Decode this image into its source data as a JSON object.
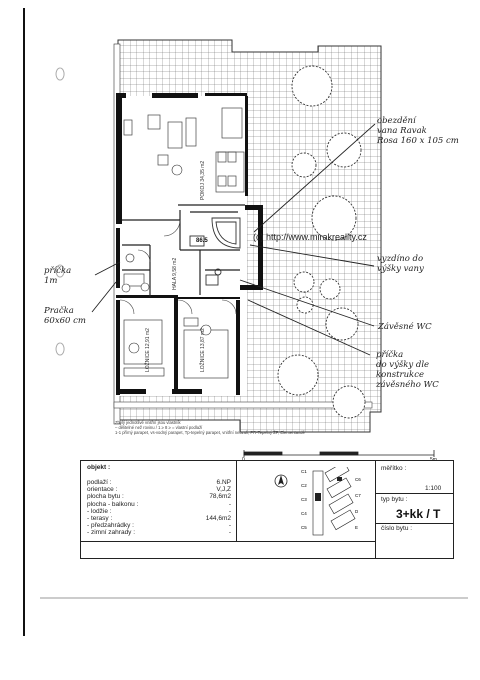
{
  "watermark": "(c) http://www.mirakreality.cz",
  "annotations": {
    "bath": [
      "obezdění",
      "vana Ravak",
      "Rosa 160 x 105 cm"
    ],
    "tile": [
      "vyzdíno do",
      "výšky vany"
    ],
    "partition": [
      "příčka",
      "1m"
    ],
    "washer": [
      "Pračka",
      "60x60 cm"
    ],
    "wc": "Závěsné WC",
    "partition2": [
      "příčka",
      "do výšky dle",
      "konstrukce",
      "závěsného WC"
    ]
  },
  "dimension": "86.5",
  "room_labels": {
    "living": "POKOJ 34,35 m2",
    "hall": "HALA 9,58 m2",
    "bed1": "LOŽNICE 12,91 m2",
    "bed2": "LOŽNICE 13,87 m2"
  },
  "plan_footnote": [
    "Zbylý jednotlivé vnitřní jsou vlastník",
    "– dělitelné než rovinu / 1 ≥ 8 ≥ = vlastní podlaží",
    "1-1 přímý parapet, vs-vodný parapet, Tp-tepelný parapet, vnitřní nebzuli, PR-Tepelný ŽP, Elementavdě"
  ],
  "scale_bar": {
    "zero": "0",
    "five": "5m"
  },
  "title_block": {
    "heading": "objekt :",
    "rows": [
      {
        "label": "podlaží :",
        "value": "6.NP"
      },
      {
        "label": "orientace :",
        "value": "V,J,Z"
      },
      {
        "label": "plocha bytu :",
        "value": "78,6m2"
      },
      {
        "label": "plocha - balkonu :",
        "value": "-"
      },
      {
        "label": "- lodžie :",
        "value": "-"
      },
      {
        "label": "- terasy :",
        "value": "144,6m2"
      },
      {
        "label": "- předzahrádky :",
        "value": "-"
      },
      {
        "label": "- zimní zahrady :",
        "value": "-"
      }
    ],
    "scale_label": "měřítko :",
    "scale_value": "1:100",
    "type_label": "typ bytu :",
    "type_value": "3+kk / T",
    "number_label": "číslo bytu :",
    "number_value": "",
    "key_labels": [
      "C1",
      "C2",
      "C3",
      "C4",
      "C5",
      "C6",
      "C7",
      "D",
      "E"
    ]
  }
}
